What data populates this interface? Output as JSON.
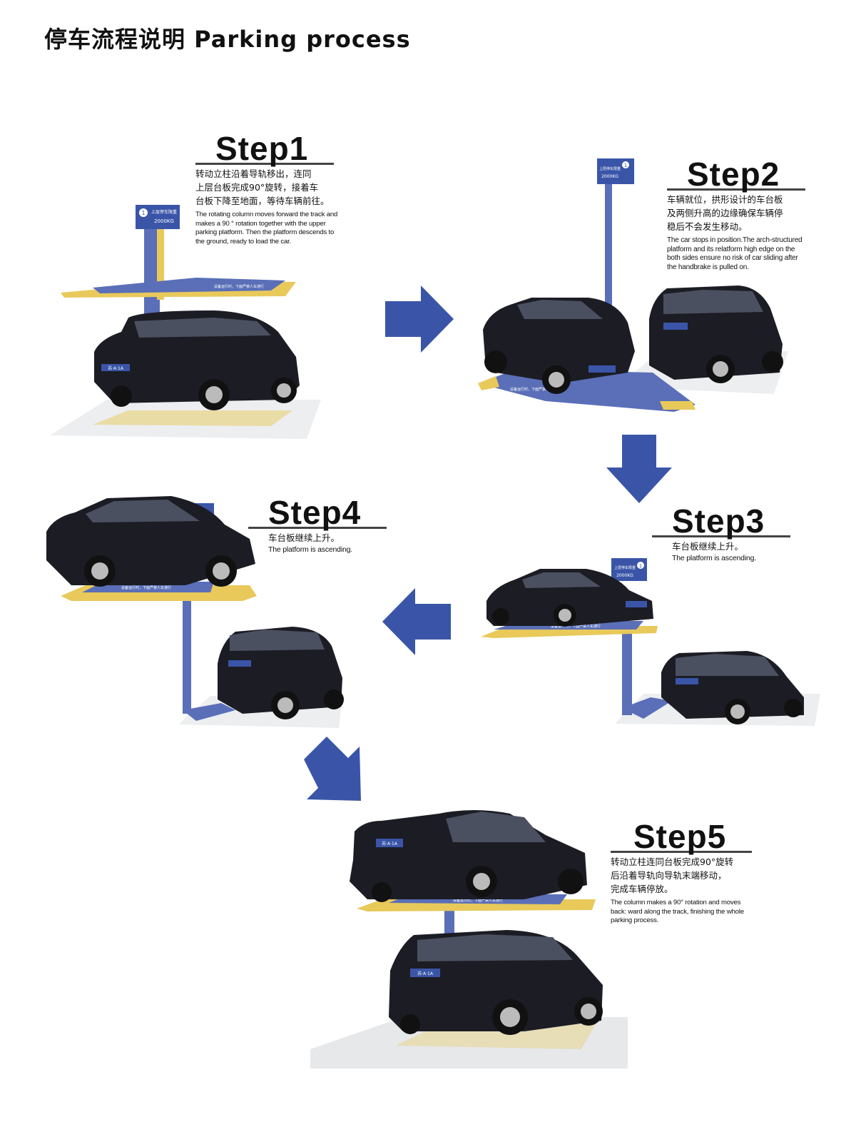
{
  "page": {
    "title": "停车流程说明 Parking process"
  },
  "steps": [
    {
      "id": "step1",
      "heading": "Step1",
      "zh_lines": [
        "转动立柱沿着导轨移出，连同",
        "上层台板完成90°旋转，接着车",
        "台板下降至地面，等待车辆前往。"
      ],
      "en_lines": [
        "The rotating column moves forward the track and",
        "makes a  90  ° rotation together with the upper",
        "parking platform. Then the platform descends to",
        "the ground, ready to load the car."
      ]
    },
    {
      "id": "step2",
      "heading": "Step2",
      "zh_lines": [
        "车辆就位，拱形设计的车台板",
        "及两侧升高的边缘确保车辆停",
        "稳后不会发生移动。"
      ],
      "en_lines": [
        "The car stops in position.The arch-structured",
        "platform and its relatform high edge on the",
        "both sides ensure no risk of car sliding after",
        "the handbrake is pulled on."
      ]
    },
    {
      "id": "step3",
      "heading": "Step3",
      "zh_lines": [
        "车台板继续上升。"
      ],
      "en_lines": [
        "The platform is ascending."
      ]
    },
    {
      "id": "step4",
      "heading": "Step4",
      "zh_lines": [
        "车台板继续上升。"
      ],
      "en_lines": [
        "The platform is ascending."
      ]
    },
    {
      "id": "step5",
      "heading": "Step5",
      "zh_lines": [
        "转动立柱连同台板完成90°旋转",
        "后沿着导轨向导轨末端移动，",
        "完成车辆停放。"
      ],
      "en_lines": [
        "The column makes a 90° rotation and moves",
        "back: ward along the track, finishing the whole",
        "parking process."
      ]
    }
  ],
  "signs": {
    "column_sign_line1": "上层停车限重",
    "column_sign_line2": "2000KG",
    "column_sign_badge": "1",
    "platform_warning": "设备运行时，下面严禁人车通行",
    "plate_text": "苏·A·1A"
  },
  "colors": {
    "accent_blue": "#3a55a8",
    "column_blue": "#5a6fb8",
    "platform_yellow": "#e8c95a",
    "car_black": "#1c1c24",
    "floor_gray": "#e6e8ea"
  },
  "icons": {
    "arrow": "arrow-icon"
  }
}
